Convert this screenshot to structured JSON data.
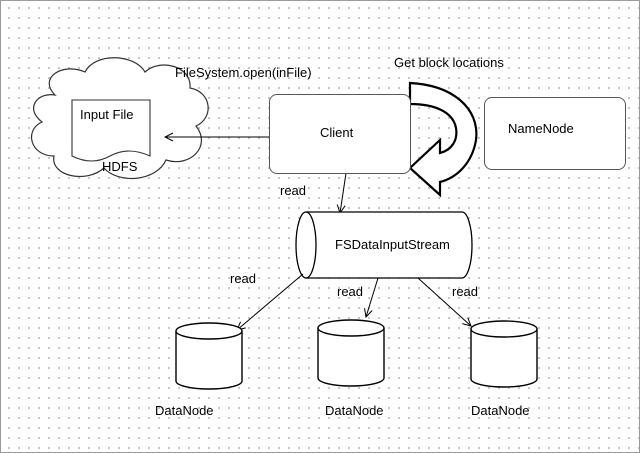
{
  "labels": {
    "filesystem_open": "FileSystem.open(inFile)",
    "get_block_locations": "Get block locations",
    "input_file": "Input File",
    "hdfs": "HDFS",
    "client": "Client",
    "namenode": "NameNode",
    "read_client": "read",
    "fsdatainputstream": "FSDataInputStream",
    "read_left": "read",
    "read_middle": "read",
    "read_right": "read",
    "datanode_1": "DataNode",
    "datanode_2": "DataNode",
    "datanode_3": "DataNode"
  }
}
